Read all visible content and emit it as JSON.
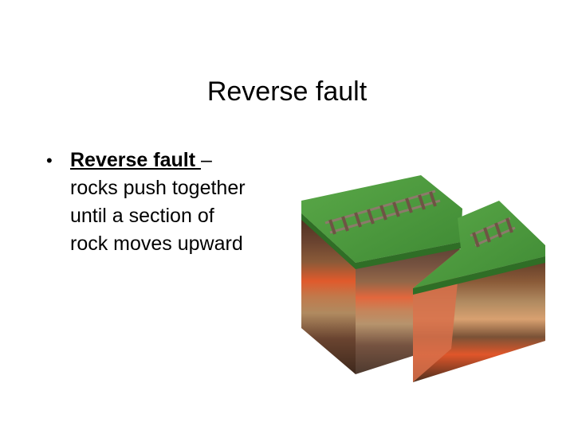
{
  "slide": {
    "title": "Reverse fault",
    "bullet": {
      "symbol": "•",
      "term": "Reverse fault ",
      "separator": "–",
      "lines": [
        "rocks push together",
        "until a section of",
        "rock moves upward"
      ]
    }
  },
  "diagram": {
    "icon": "reverse-fault-block-diagram",
    "colors": {
      "grass_top": "#4c9a3e",
      "grass_side": "#3a7f30",
      "soil_dark": "#4a2e1e",
      "soil_brown": "#7a5236",
      "soil_tan": "#b08a60",
      "soil_orange": "#e0562a",
      "rail": "#8c7a6a"
    }
  }
}
